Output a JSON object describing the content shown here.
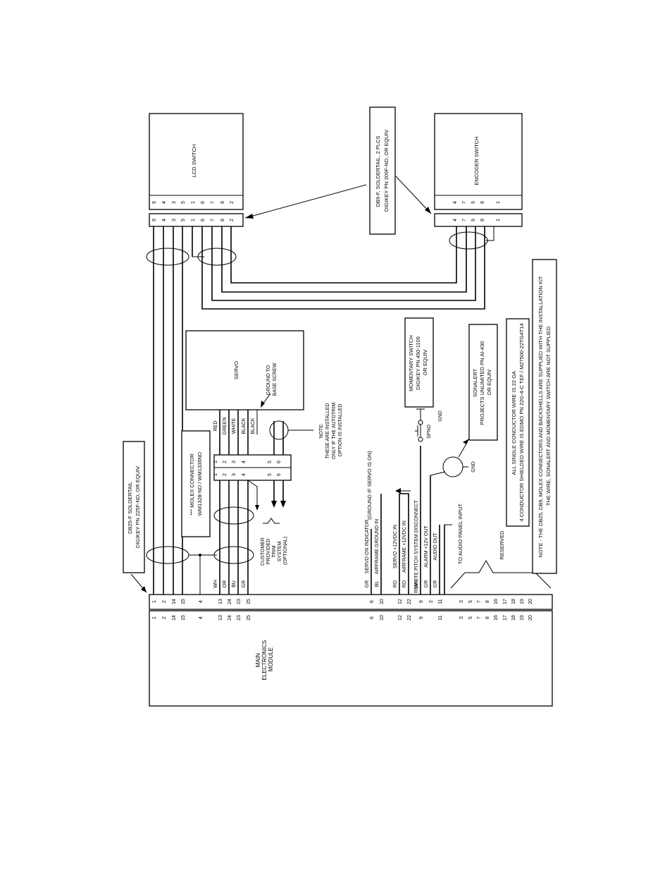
{
  "labels": {
    "lcd_switch": "LCD SWITCH",
    "encoder_switch": "ENCODER SWITCH",
    "servo": "SERVO",
    "main_module_line1": "MAIN",
    "main_module_line2": "ELECTRONICS",
    "main_module_line3": "MODULE",
    "db9_line1": "DB9-F, SOLDERTAIL, 2 PLCS",
    "db9_line2": "DIGIKEY PN 209F-ND, OR EQUIV",
    "db25_line1": "DB25-F SOLDERTAIL",
    "db25_line2": "DIGIKEY PN 225F-ND, OR EQUIV",
    "molex_line1": "*** MOLEX CONNECTOR",
    "molex_line2": "WM1328-ND / WM1335ND",
    "ground_line1": "GROUND TO",
    "ground_line2": "BASE SCREW",
    "note_title": "NOTE:",
    "note_line1": "THESE ARE INSTALLED",
    "note_line2": "ONLY IF THE AUTOTRIM",
    "note_line3": "OPTION IS INSTALLED",
    "trim_line1": "CUSTOMER",
    "trim_line2": "PROVIDED",
    "trim_line3": "TRIM",
    "trim_line4": "SYSTEM",
    "trim_line5": "(OPTIONAL)",
    "momentary_line1": "MOMENTARY SWITCH",
    "momentary_line2": "DIGIKEY PN 450-1109",
    "momentary_line3": "OR EQUIV",
    "sonalert_line1": "SONALERT",
    "sonalert_line2": "PROJECTS UNLIMITED PN AI-430",
    "sonalert_line3": "OR EQUIV",
    "spno": "SPNO",
    "gnd": "GND",
    "ground_if_servo": "(GROUND IF SERVO IS ON)",
    "to_audio_panel": "TO AUDIO PANEL INPUT",
    "reserved": "RESERVED",
    "wire_note1": "ALL SINGLE CONDUCTOR WIRE IS 22 GA",
    "wire_note2": "4 CONDUCTOR SHIELDED WIRE IS EDMO PN 22G-4-C TEF / M27500-22TG4T14",
    "final_note1": "NOTE - THE DB25, DB9, MOLEX CONNECTORS AND BACKSHELLS ARE SUPPLIED WITH THE INSTALLATION KIT",
    "final_note2": "THE WIRE, SONALERT AND MOMENTARY SWITCH ARE NOT SUPPLIED"
  },
  "lcd_pins": [
    "9",
    "4",
    "3",
    "5",
    "1",
    "6",
    "7",
    "8",
    "2"
  ],
  "encoder_pins": [
    "4",
    "7",
    "9",
    "8",
    "1"
  ],
  "db25_pins": [
    "1",
    "2",
    "14",
    "15",
    "4",
    "13",
    "24",
    "23",
    "25",
    "6",
    "10",
    "12",
    "22",
    "9",
    "2",
    "11",
    "3",
    "5",
    "7",
    "8",
    "16",
    "17",
    "18",
    "19",
    "20"
  ],
  "servo_wires": [
    "RED",
    "GREEN",
    "WHITE",
    "BLACK",
    "BLACK"
  ],
  "molex_pins": [
    "1",
    "2",
    "3",
    "4",
    "5",
    "6"
  ],
  "cable_colors": [
    "WH",
    "OR",
    "BU",
    "GR"
  ],
  "signals": [
    {
      "color": "GR",
      "name": "SERVO ON INDICATOR"
    },
    {
      "color": "BL",
      "name": "AIRFRAME GROUND IN"
    },
    {
      "color": "RD",
      "name": "SERVO +12VDC IN"
    },
    {
      "color": "RD",
      "name": "AIRFRAME +12VDC IN"
    },
    {
      "color": "WH",
      "name": "REMOTE PITCH SYSTEM DISCONNECT"
    },
    {
      "color": "GR",
      "name": "ALARM +12V OUT"
    },
    {
      "color": "GR",
      "name": "AUDIO OUT"
    }
  ]
}
